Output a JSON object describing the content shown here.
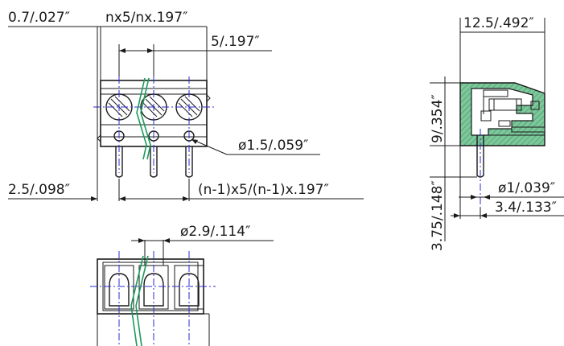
{
  "dimensions": {
    "overall_pitch_offset": "0.7/.027″",
    "total_width": "nx5/nx.197″",
    "pitch": "5/.197″",
    "pin_hole_diameter": "ø1.5/.059″",
    "edge_offset": "2.5/.098″",
    "pin_span": "(n-1)x5/(n-1)x.197″",
    "screw_opening_diameter": "ø2.9/.114″",
    "depth": "12.5/.492″",
    "body_height": "9/.354″",
    "pin_length": "3.75/.148″",
    "pin_diameter": "ø1/.039″",
    "pin_offset": "3.4/.133″"
  },
  "colors": {
    "centerline": "#2b2bd6",
    "break_line": "#1b9a5a",
    "section_hatch": "#7dc79b"
  }
}
